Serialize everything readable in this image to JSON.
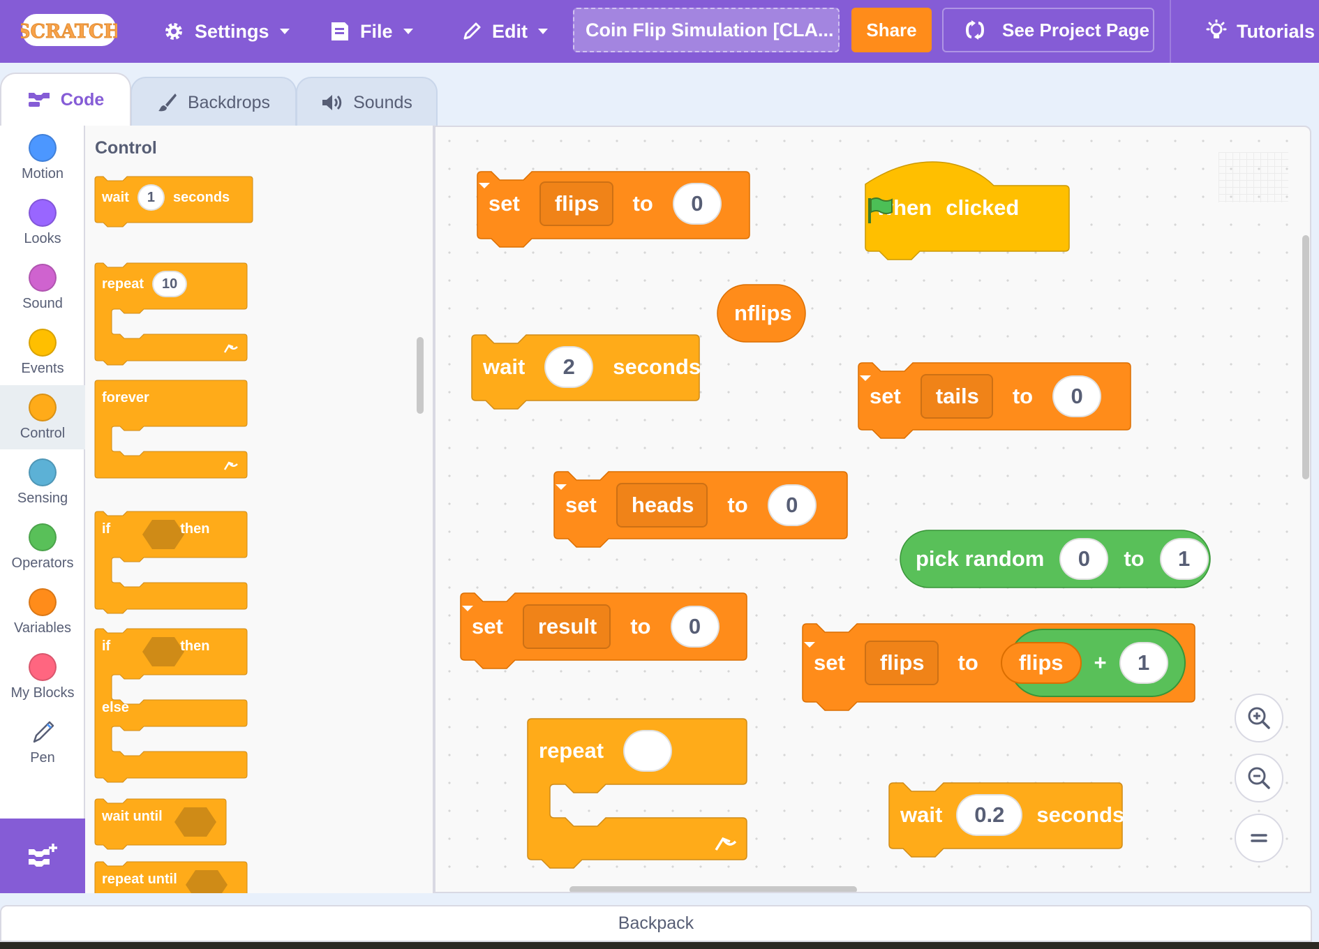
{
  "menubar": {
    "logo_text": "SCRATCH",
    "settings": "Settings",
    "file": "File",
    "edit": "Edit",
    "project_title": "Coin Flip Simulation [CLA...",
    "share": "Share",
    "see_project_page": "See Project Page",
    "tutorials": "Tutorials"
  },
  "tabs": {
    "code": "Code",
    "backdrops": "Backdrops",
    "sounds": "Sounds"
  },
  "categories": [
    {
      "label": "Motion",
      "color": "#4c97ff"
    },
    {
      "label": "Looks",
      "color": "#9966ff"
    },
    {
      "label": "Sound",
      "color": "#cf63cf"
    },
    {
      "label": "Events",
      "color": "#ffbf00"
    },
    {
      "label": "Control",
      "color": "#ffab19"
    },
    {
      "label": "Sensing",
      "color": "#5cb1d6"
    },
    {
      "label": "Operators",
      "color": "#59c059"
    },
    {
      "label": "Variables",
      "color": "#ff8c1a"
    },
    {
      "label": "My Blocks",
      "color": "#ff6680"
    },
    {
      "label": "Pen",
      "icon": "pen-icon"
    }
  ],
  "palette": {
    "header": "Control",
    "wait": {
      "label": "wait",
      "value": "1",
      "suffix": "seconds"
    },
    "repeat": {
      "label": "repeat",
      "value": "10"
    },
    "forever": "forever",
    "if_then": {
      "if": "if",
      "then": "then"
    },
    "if_else": {
      "if": "if",
      "then": "then",
      "else": "else"
    },
    "wait_until": "wait until",
    "repeat_until": "repeat until"
  },
  "script": {
    "set_flips": {
      "set": "set",
      "var": "flips",
      "to": "to",
      "value": "0"
    },
    "when_flag": {
      "when": "when",
      "clicked": "clicked"
    },
    "nflips": "nflips",
    "wait2": {
      "wait": "wait",
      "value": "2",
      "seconds": "seconds"
    },
    "set_tails": {
      "set": "set",
      "var": "tails",
      "to": "to",
      "value": "0"
    },
    "set_heads": {
      "set": "set",
      "var": "heads",
      "to": "to",
      "value": "0"
    },
    "pick_random": {
      "label": "pick random",
      "from": "0",
      "to": "to",
      "to_value": "1"
    },
    "set_result": {
      "set": "set",
      "var": "result",
      "to": "to",
      "value": "0"
    },
    "set_flips_plus": {
      "set": "set",
      "var": "flips",
      "to": "to",
      "reporter": "flips",
      "plus": "+",
      "value": "1"
    },
    "repeat": {
      "label": "repeat",
      "value": ""
    },
    "wait02": {
      "wait": "wait",
      "value": "0.2",
      "seconds": "seconds"
    }
  },
  "backpack": "Backpack",
  "colors": {
    "menubar": "#855cd6",
    "control": "#ffab19",
    "variables": "#ff8c1a",
    "operators": "#59c059",
    "events": "#ffbf00",
    "share": "#ff8c1a"
  }
}
